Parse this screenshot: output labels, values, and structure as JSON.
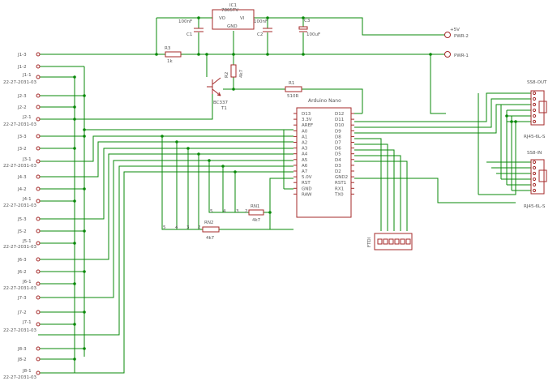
{
  "connectors": [
    {
      "pin1": "J1-3",
      "pin2": "J1-2",
      "ref": "J1-1",
      "part": "22-27-2031-03"
    },
    {
      "pin1": "J2-3",
      "pin2": "J2-2",
      "ref": "J2-1",
      "part": "22-27-2031-03"
    },
    {
      "pin1": "J3-3",
      "pin2": "J3-2",
      "ref": "J3-1",
      "part": "22-27-2031-03"
    },
    {
      "pin1": "J4-3",
      "pin2": "J4-2",
      "ref": "J4-1",
      "part": "22-27-2031-03"
    },
    {
      "pin1": "J5-3",
      "pin2": "J5-2",
      "ref": "J5-1",
      "part": "22-27-2031-03"
    },
    {
      "pin1": "J6-3",
      "pin2": "J6-2",
      "ref": "J6-1",
      "part": "22-27-2031-03"
    },
    {
      "pin1": "J7-3",
      "pin2": "J7-2",
      "ref": "J7-1",
      "part": "22-27-2031-03"
    },
    {
      "pin1": "J8-3",
      "pin2": "J8-2",
      "ref": "J8-1",
      "part": "22-27-2031-03"
    }
  ],
  "regulator": {
    "ref": "IC1",
    "part": "7805TV",
    "vo": "VO",
    "vi": "VI",
    "gnd": "GND"
  },
  "caps": {
    "c1_value": "100nF",
    "c1_ref": "C1",
    "c2_value": "100nF",
    "c2_ref": "C2",
    "c3_ref": "C3",
    "c3_value": "100uF"
  },
  "power": {
    "plus5": "+5V",
    "pwr2": "PWR-2",
    "pwr1": "PWR-1"
  },
  "r3": {
    "ref": "R3",
    "value": "1k"
  },
  "r2": {
    "ref": "R2",
    "value": "4k7"
  },
  "r1": {
    "ref": "R1",
    "value": "510R"
  },
  "transistor": {
    "part": "BC337",
    "ref": "T1"
  },
  "arduino": {
    "title": "Arduino Nano",
    "left_pins": [
      "D13",
      "3.3V",
      "AREF",
      "A0",
      "A1",
      "A2",
      "A3",
      "A4",
      "A5",
      "A6",
      "A7",
      "5.0V",
      "RST",
      "GND",
      "RAW"
    ],
    "right_pins": [
      "D12",
      "D11",
      "D10",
      "D9",
      "D8",
      "D7",
      "D6",
      "D5",
      "D4",
      "D3",
      "D2",
      "GND2",
      "RST1",
      "RX1",
      "TX0"
    ]
  },
  "rn1": {
    "ref": "RN1",
    "value": "4k7",
    "pins": [
      "5",
      "4",
      "3",
      "2"
    ]
  },
  "rn2": {
    "ref": "RN2",
    "value": "4k7",
    "pins": [
      "5",
      "4",
      "3",
      "2"
    ]
  },
  "ftdi": {
    "label": "FTDI"
  },
  "rj45_out": {
    "title": "SS8-OUT",
    "part": "RJ45-6L-S"
  },
  "rj45_in": {
    "title": "SS8-IN",
    "part": "RJ45-6L-S"
  }
}
